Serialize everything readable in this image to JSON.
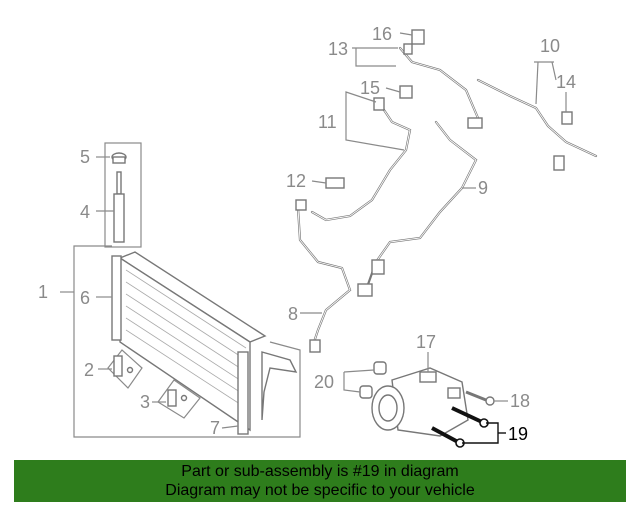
{
  "diagram": {
    "callouts": {
      "c1": "1",
      "c2": "2",
      "c3": "3",
      "c4": "4",
      "c5": "5",
      "c6": "6",
      "c7": "7",
      "c8": "8",
      "c9": "9",
      "c10": "10",
      "c11": "11",
      "c12": "12",
      "c13": "13",
      "c14": "14",
      "c15": "15",
      "c16": "16",
      "c17": "17",
      "c18": "18",
      "c19": "19",
      "c20": "20"
    },
    "highlighted_part": "19",
    "colors": {
      "line": "#8a8a8a",
      "highlight": "#111111",
      "banner": "#2e7d1c"
    }
  },
  "banner": {
    "line1": "Part or sub-assembly is #19 in diagram",
    "line2": "Diagram may not be specific to your vehicle"
  }
}
